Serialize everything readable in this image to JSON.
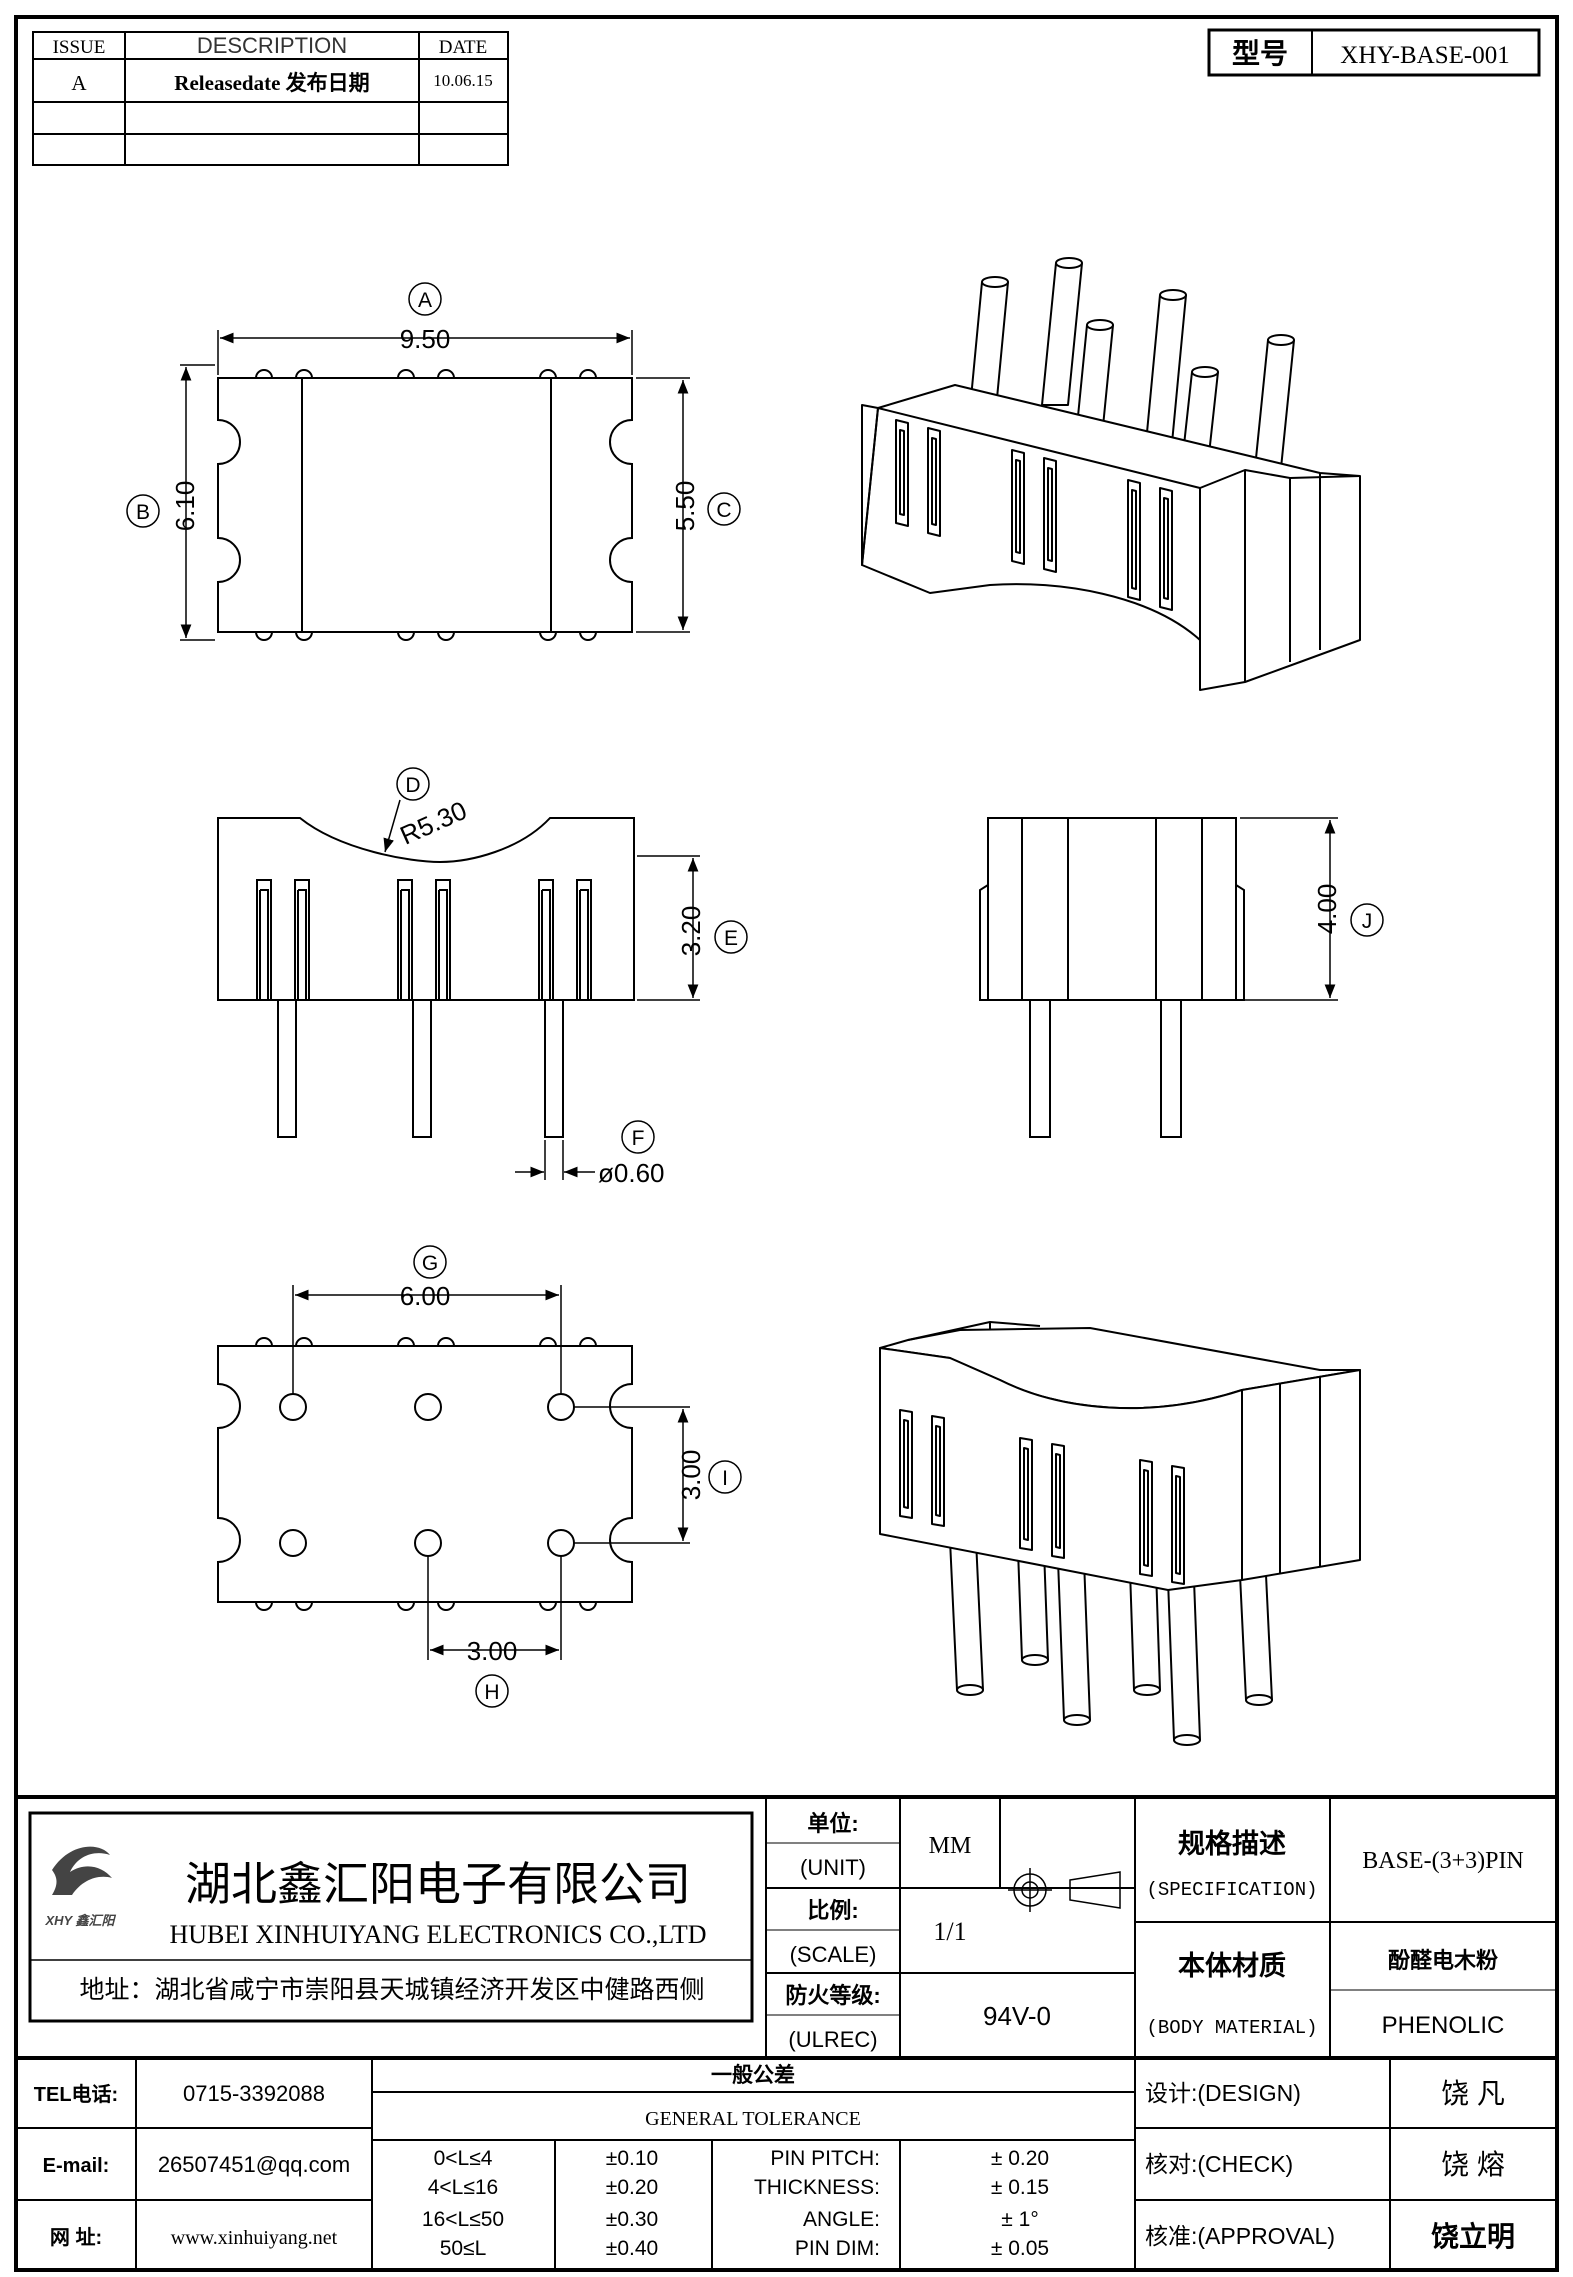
{
  "revision_table": {
    "headers": {
      "issue": "ISSUE",
      "description": "DESCRIPTION",
      "date": "DATE"
    },
    "rows": [
      {
        "issue": "A",
        "description": "Releasedate 发布日期",
        "date": "10.06.15"
      }
    ]
  },
  "model_box": {
    "label": "型号",
    "value": "XHY-BASE-001"
  },
  "dimensions": {
    "A": {
      "callout": "A",
      "value": "9.50"
    },
    "B": {
      "callout": "B",
      "value": "6.10"
    },
    "C": {
      "callout": "C",
      "value": "5.50"
    },
    "D": {
      "callout": "D",
      "value": "R5.30"
    },
    "E": {
      "callout": "E",
      "value": "3.20"
    },
    "F": {
      "callout": "F",
      "value": "ø0.60"
    },
    "G": {
      "callout": "G",
      "value": "6.00"
    },
    "H": {
      "callout": "H",
      "value": "3.00"
    },
    "I": {
      "callout": "I",
      "value": "3.00"
    },
    "J": {
      "callout": "J",
      "value": "4.00"
    }
  },
  "company": {
    "name_cn": "湖北鑫汇阳电子有限公司",
    "name_en": "HUBEI XINHUIYANG ELECTRONICS CO.,LTD",
    "address": "地址：湖北省咸宁市崇阳县天城镇经济开发区中健路西侧",
    "logo_text": "XHY 鑫汇阳"
  },
  "info": {
    "unit_label": "单位:",
    "unit_label_en": "(UNIT)",
    "unit_value": "MM",
    "scale_label": "比例:",
    "scale_label_en": "(SCALE)",
    "scale_value": "1/1",
    "ul_label": "防火等级:",
    "ul_label_en": "(ULREC)",
    "ul_value": "94V-0",
    "spec_label": "规格描述",
    "spec_label_en": "(SPECIFICATION)",
    "spec_value": "BASE-(3+3)PIN",
    "material_label": "本体材质",
    "material_label_en": "(BODY MATERIAL)",
    "material_cn": "酚醛电木粉",
    "material_en": "PHENOLIC"
  },
  "contact": {
    "tel_label": "TEL电话:",
    "tel": "0715-3392088",
    "email_label": "E-mail:",
    "email": "26507451@qq.com",
    "web_label": "网  址:",
    "web": "www.xinhuiyang.net"
  },
  "tolerance": {
    "title_cn": "一般公差",
    "title_en": "GENERAL TOLERANCE",
    "ranges": [
      {
        "range": "0<L≤4",
        "tol": "±0.10"
      },
      {
        "range": "4<L≤16",
        "tol": "±0.20"
      },
      {
        "range": "16<L≤50",
        "tol": "±0.30"
      },
      {
        "range": "50≤L",
        "tol": "±0.40"
      }
    ],
    "params": [
      {
        "name": "PIN PITCH:",
        "tol": "±  0.20"
      },
      {
        "name": "THICKNESS:",
        "tol": "±  0.15"
      },
      {
        "name": "ANGLE:",
        "tol": "±  1°"
      },
      {
        "name": "PIN DIM:",
        "tol": "±  0.05"
      }
    ]
  },
  "approvals": {
    "design_label": "设计:(DESIGN)",
    "design_name": "饶  凡",
    "check_label": "核对:(CHECK)",
    "check_name": "饶  熔",
    "approval_label": "核准:(APPROVAL)",
    "approval_name": "饶立明"
  }
}
